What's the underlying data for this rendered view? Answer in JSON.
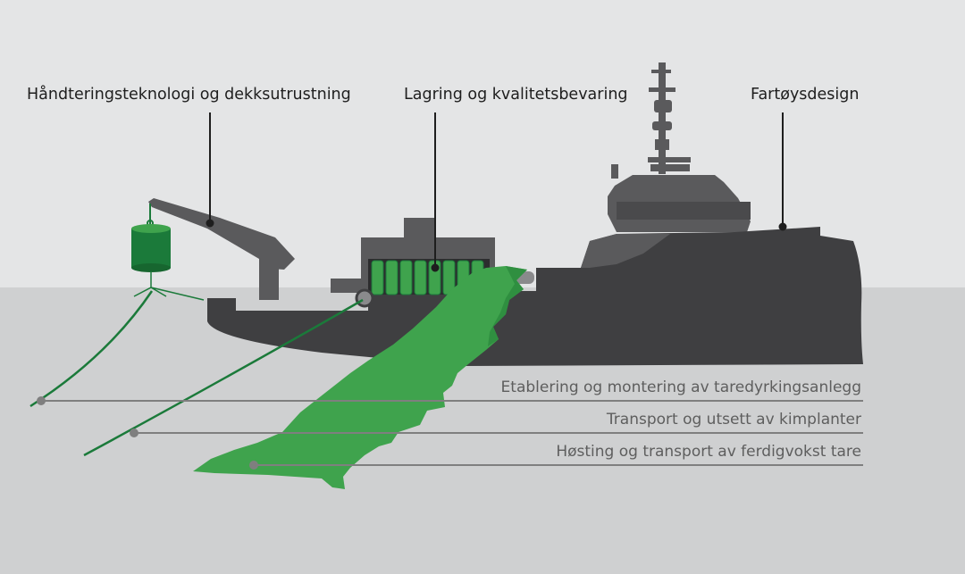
{
  "labels": {
    "handling": "Håndteringsteknologi og dekksutrustning",
    "storage": "Lagring og kvalitetsbevaring",
    "vessel": "Fartøysdesign"
  },
  "operations": {
    "establishment": "Etablering og montering av taredyrkingsanlegg",
    "transport": "Transport og utsett av kimplanter",
    "harvest": "Høsting og transport av ferdigvokst tare"
  },
  "colors": {
    "sky": "#e4e5e6",
    "sea": "#cfd0d1",
    "hull": "#3f3f41",
    "superstructure": "#5a5a5c",
    "kelp": "#3fa34d",
    "kelp_dark": "#1b7a3a",
    "leader": "#1e1e1e",
    "op_line": "#7f7f7f"
  }
}
